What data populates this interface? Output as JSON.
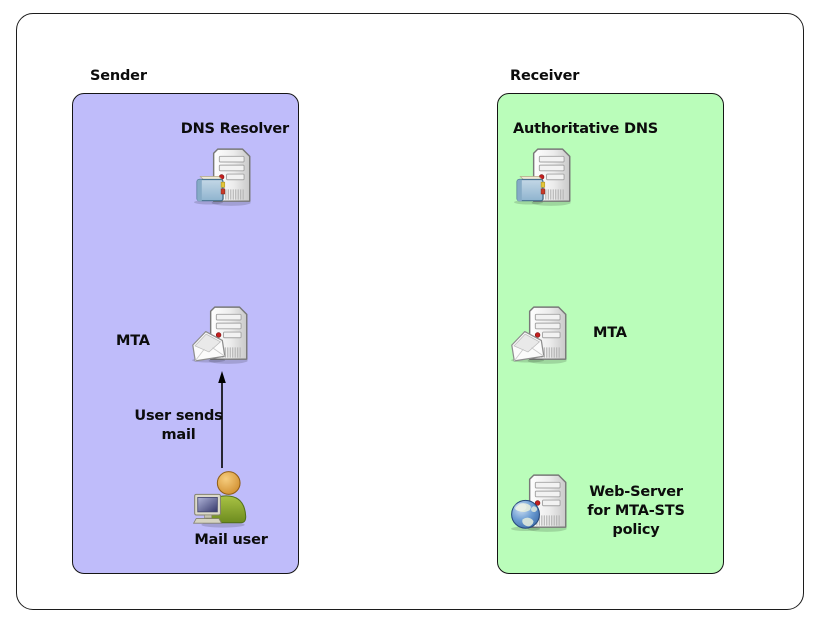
{
  "colors": {
    "sender_panel": "#bfbcfa",
    "receiver_panel": "#bafdba",
    "frame_border": "#1c1c1c",
    "text": "#0c0c0c"
  },
  "sender": {
    "group_label": "Sender",
    "nodes": {
      "dns_resolver": {
        "label": "DNS Resolver",
        "icon": "server-book-icon"
      },
      "mta": {
        "label": "MTA",
        "icon": "server-mail-icon"
      },
      "mail_user": {
        "label": "Mail user",
        "icon": "user-computer-icon"
      }
    },
    "arrow": {
      "label": "User sends mail",
      "direction": "up"
    }
  },
  "receiver": {
    "group_label": "Receiver",
    "nodes": {
      "authoritative_dns": {
        "label": "Authoritative DNS",
        "icon": "server-book-icon"
      },
      "mta": {
        "label": "MTA",
        "icon": "server-mail-icon"
      },
      "web_server": {
        "label": "Web-Server for MTA-STS policy",
        "icon": "server-globe-icon"
      }
    }
  }
}
